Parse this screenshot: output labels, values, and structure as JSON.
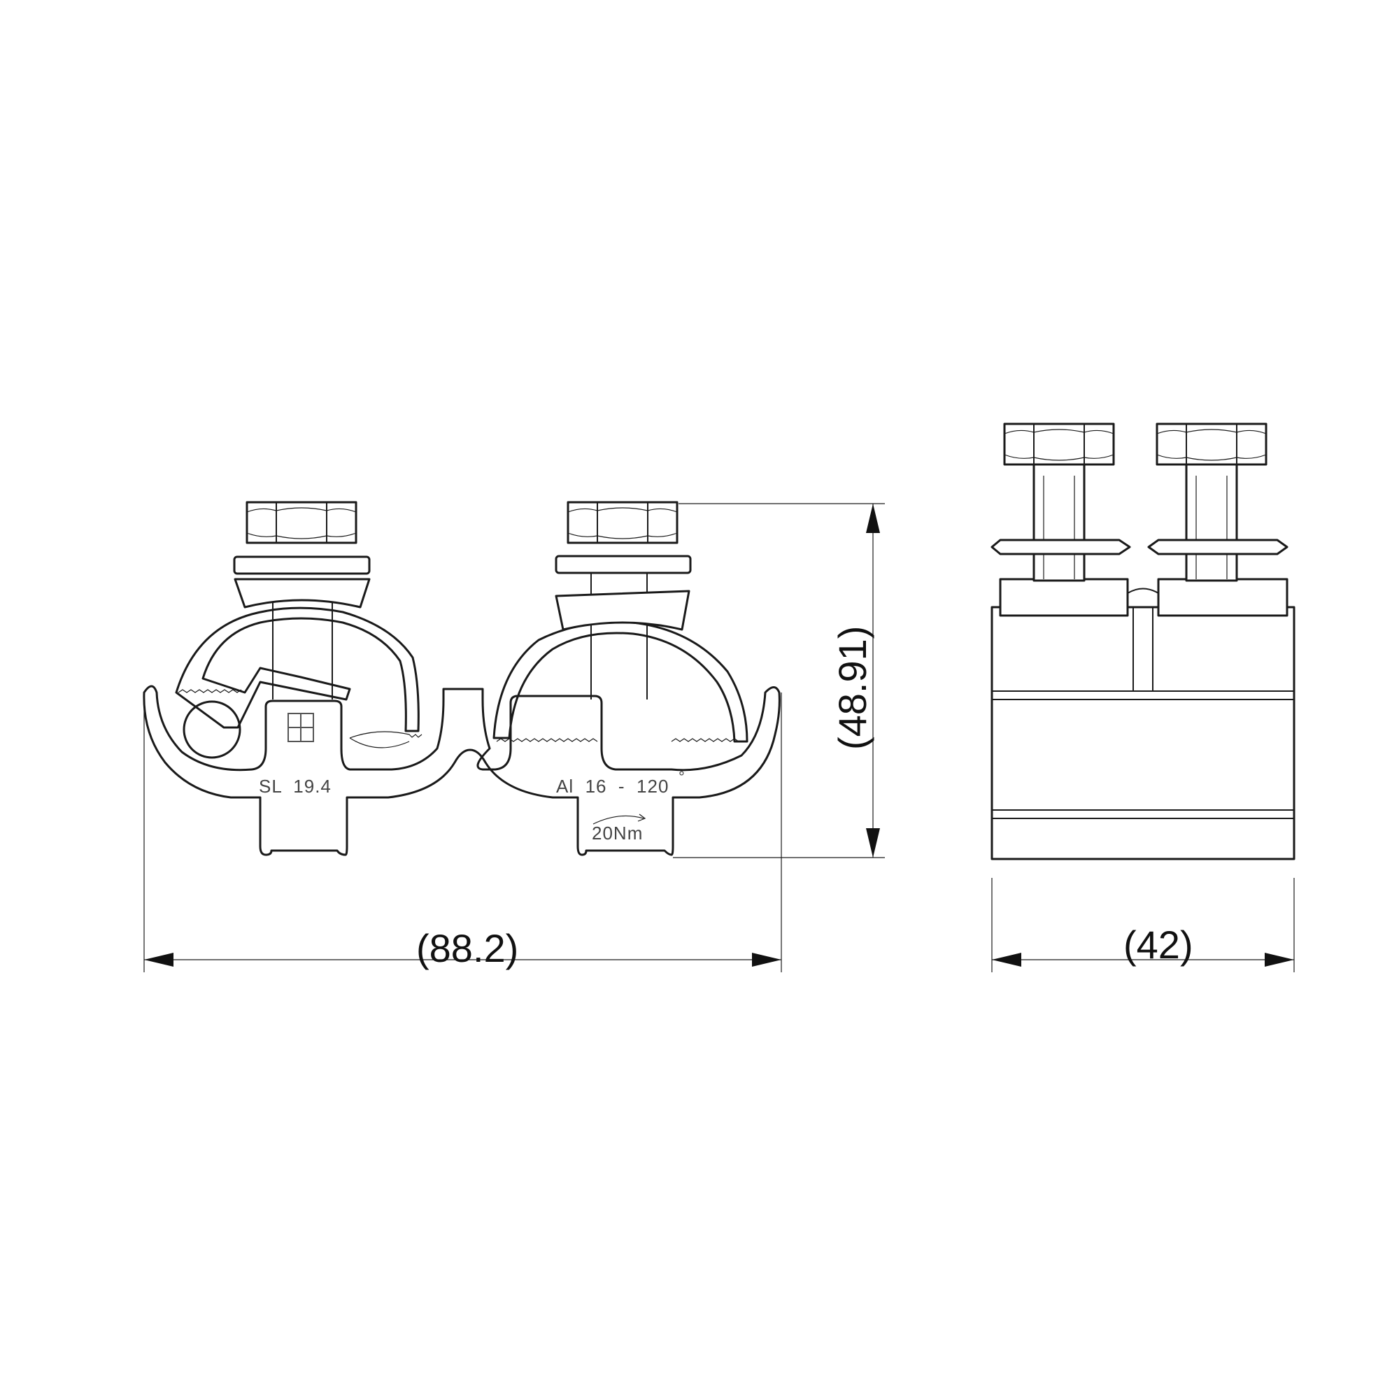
{
  "front_view": {
    "left_clamp_marking": "SL  19.4",
    "right_clamp_marking": "Al  16  -  120",
    "degree_mark": "°",
    "torque_marking": "20Nm"
  },
  "dimensions": {
    "width_front": "(88.2)",
    "height": "(48.91)",
    "width_side": "(42)"
  }
}
